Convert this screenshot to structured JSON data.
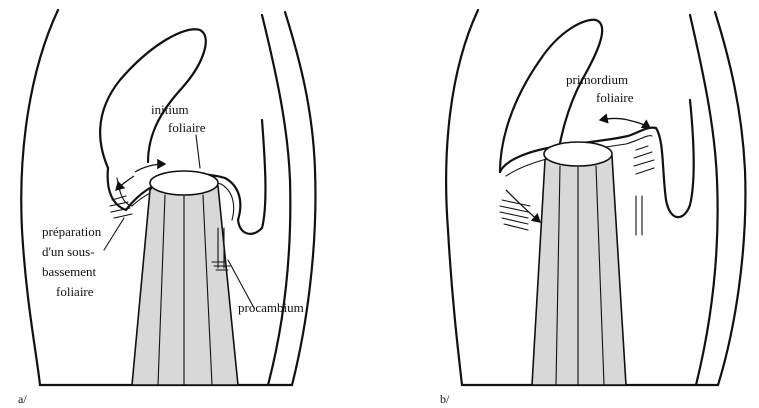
{
  "figure": {
    "panels": [
      {
        "id": "a",
        "letter": "a/",
        "labels": {
          "initium_line1": "initium",
          "initium_line2": "foliaire",
          "prep_line1": "préparation",
          "prep_line2": "d'un sous-",
          "prep_line3": "bassement",
          "prep_line4": "foliaire",
          "procambium": "procambium"
        }
      },
      {
        "id": "b",
        "letter": "b/",
        "labels": {
          "primordium_line1": "primordium",
          "primordium_line2": "foliaire"
        }
      }
    ]
  }
}
